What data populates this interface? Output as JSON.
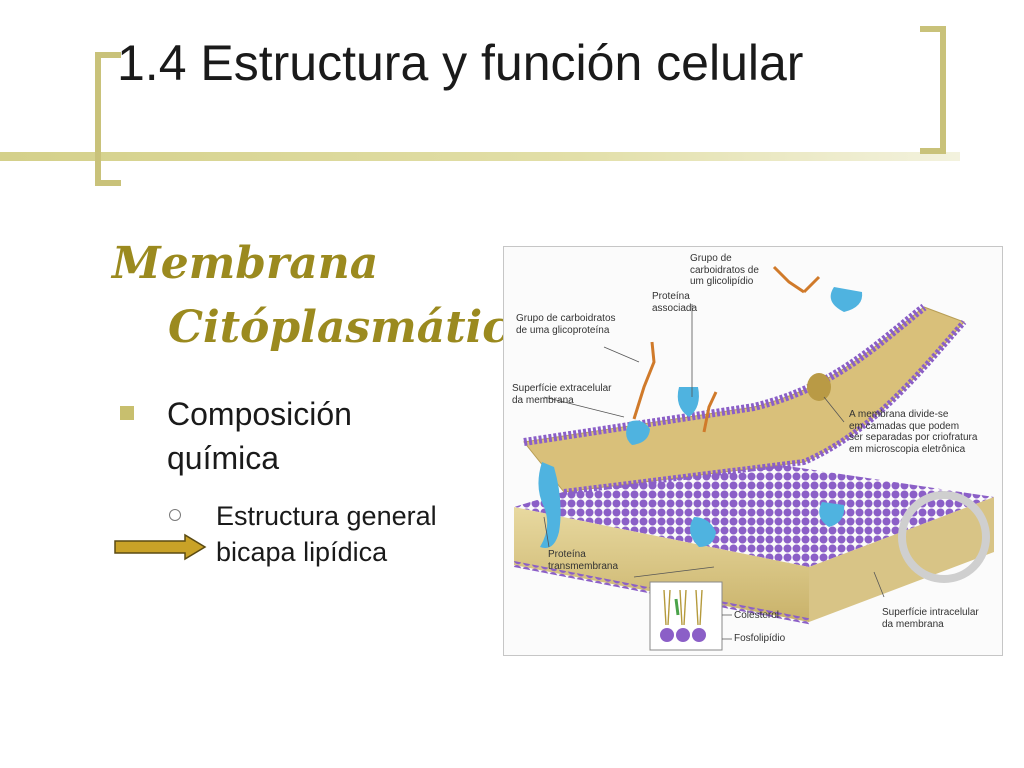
{
  "slide": {
    "title": "1.4 Estructura y función celular",
    "section_title_line1": "Membrana",
    "section_title_line2": "Citóplasmática",
    "bullet": "Composición química",
    "sub_bullet": "Estructura general bicapa lipídica"
  },
  "figure": {
    "labels": {
      "glicolipidio": "Grupo de\ncarboidratos de\num glicolipídio",
      "proteina_associada": "Proteína\nassociada",
      "glicoproteina": "Grupo de carboidratos\nde uma glicoproteína",
      "superficie_extracelular": "Superfície extracelular\nda membrana",
      "criofratura": "A membrana divide-se\nem camadas que podem\nser separadas por criofratura\nem microscopia eletrônica",
      "transmembrana": "Proteína\ntransmembrana",
      "colesterol": "Colesterol",
      "fosfolipidio": "Fosfolipídio",
      "superficie_intracelular": "Superfície intracelular\nda membrana"
    }
  },
  "colors": {
    "accent": "#c9c27a",
    "script_title": "#9b8a1f",
    "arrow": "#c9a227",
    "phospholipid_head": "#8b5fc7",
    "protein": "#4fb3e0"
  }
}
